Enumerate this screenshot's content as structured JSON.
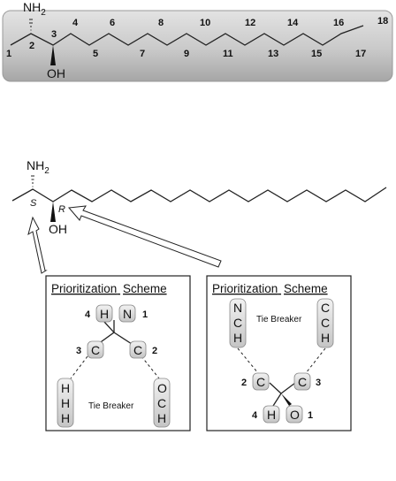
{
  "top_molecule": {
    "amine": "NH2",
    "hydroxyl": "OH",
    "carbon_numbers": [
      "1",
      "2",
      "3",
      "4",
      "5",
      "6",
      "7",
      "8",
      "9",
      "10",
      "11",
      "12",
      "13",
      "14",
      "15",
      "16",
      "17",
      "18"
    ]
  },
  "main_molecule": {
    "amine": "NH2",
    "hydroxyl": "OH",
    "stereo_s": "S",
    "stereo_r": "R"
  },
  "scheme_left": {
    "title_word1": "Prioritization",
    "title_word2": "Scheme",
    "tie_breaker": "Tie Breaker",
    "top_left_atom": "H",
    "top_left_rank": "4",
    "top_right_atom": "N",
    "top_right_rank": "1",
    "mid_left_atom": "C",
    "mid_left_rank": "3",
    "mid_right_atom": "C",
    "mid_right_rank": "2",
    "left_stack": [
      "H",
      "H",
      "H"
    ],
    "right_stack": [
      "O",
      "C",
      "H"
    ]
  },
  "scheme_right": {
    "title_word1": "Prioritization",
    "title_word2": "Scheme",
    "tie_breaker": "Tie Breaker",
    "left_stack": [
      "N",
      "C",
      "H"
    ],
    "right_stack": [
      "C",
      "C",
      "H"
    ],
    "mid_left_atom": "C",
    "mid_left_rank": "2",
    "mid_right_atom": "C",
    "mid_right_rank": "3",
    "bottom_left_atom": "H",
    "bottom_left_rank": "4",
    "bottom_right_atom": "O",
    "bottom_right_rank": "1"
  }
}
